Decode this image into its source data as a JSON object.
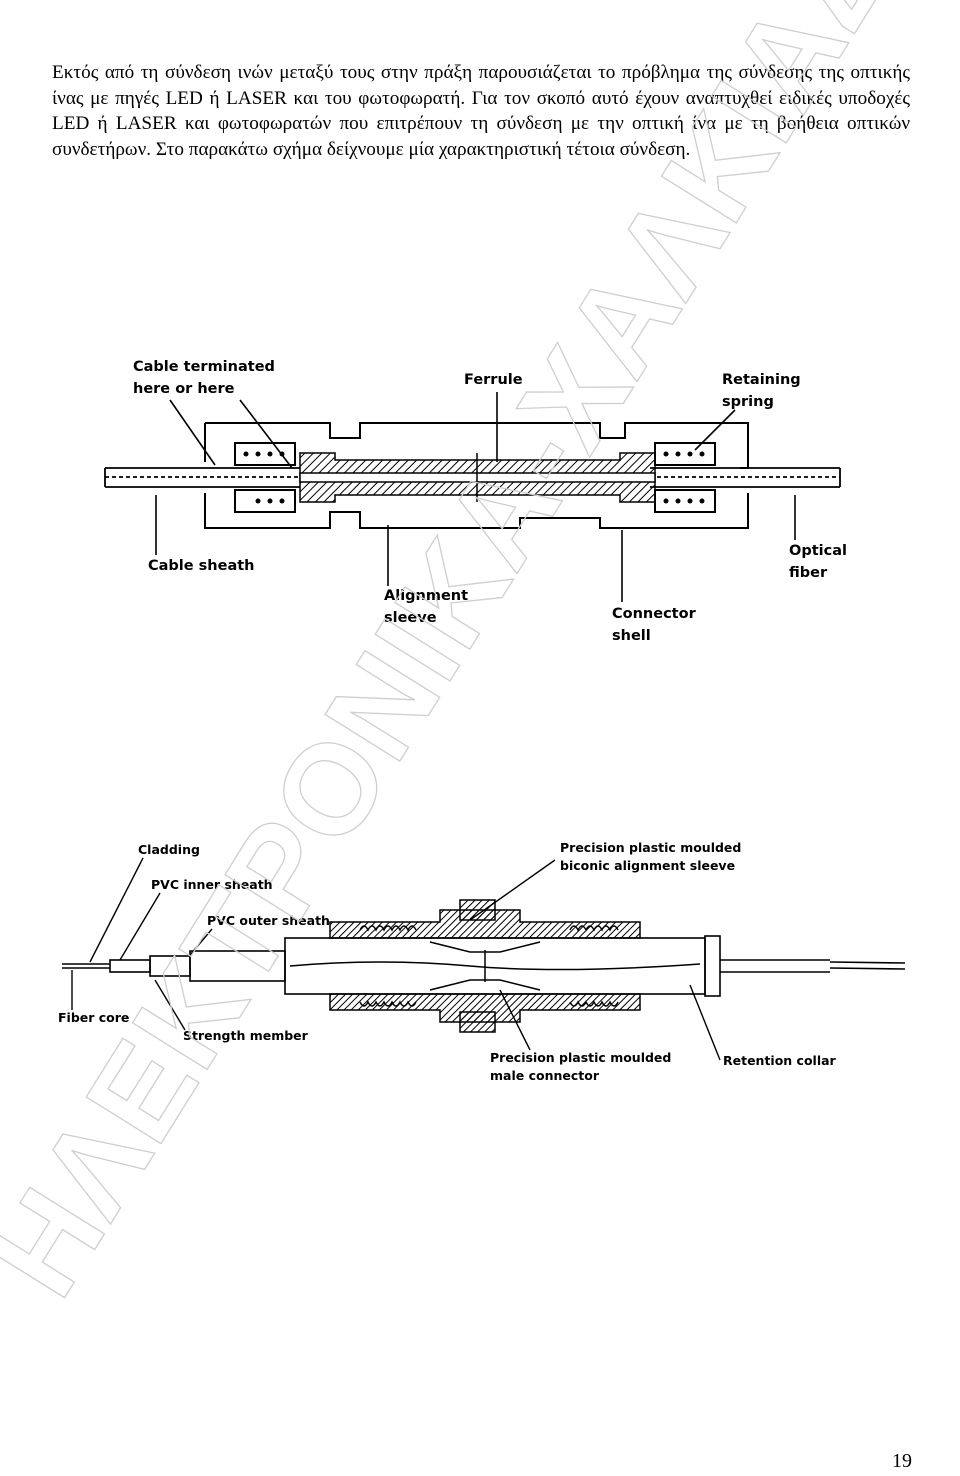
{
  "paragraph": {
    "lines": [
      "Εκτός από τη σύνδεση ινών μεταξύ τους στην πράξη παρουσιάζεται το πρόβλημα της",
      "σύνδεσης της οπτικής ίνας με πηγές LED ή LASER και του φωτοφωρατή. Για τον",
      "σκοπό αυτό έχουν αναπτυχθεί ειδικές υποδοχές LED ή LASER και φωτοφωρατών",
      "που επιτρέπουν τη σύνδεση με την οπτική ίνα με τη βοήθεια οπτικών συνδετήρων.",
      "Στο παρακάτω σχήμα δείχνουμε μία χαρακτηριστική τέτοια σύνδεση."
    ]
  },
  "watermark": {
    "text": "ΗΛΕΚΤΡΟΝΙΚΑ-ΧΑΛΚΙΑΔΗΣ"
  },
  "figure1": {
    "labels": {
      "cable_terminated_1": "Cable terminated",
      "cable_terminated_2": "here  or  here",
      "ferrule": "Ferrule",
      "retaining_1": "Retaining",
      "retaining_2": "spring",
      "cable_sheath": "Cable sheath",
      "optical_1": "Optical",
      "optical_2": "fiber",
      "alignment_1": "Alignment",
      "alignment_2": "sleeve",
      "connector_1": "Connector",
      "connector_2": "shell"
    }
  },
  "figure2": {
    "labels": {
      "cladding": "Cladding",
      "pvc_inner": "PVC inner sheath",
      "pvc_outer": "PVC outer sheath",
      "precision_sleeve_1": "Precision plastic moulded",
      "precision_sleeve_2": "biconic alignment sleeve",
      "fiber_core": "Fiber core",
      "strength_member": "Strength member",
      "precision_male_1": "Precision plastic moulded",
      "precision_male_2": "male connector",
      "retention_collar": "Retention collar"
    }
  },
  "page_number": "19"
}
